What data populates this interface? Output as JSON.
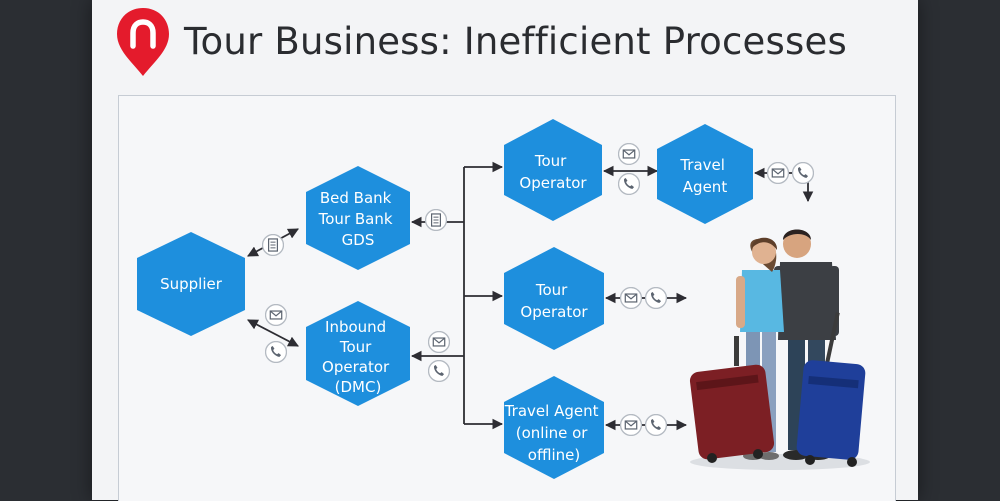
{
  "slide": {
    "title": "Tour Business: Inefficient Processes"
  },
  "nodes": {
    "supplier": {
      "lines": [
        "Supplier"
      ]
    },
    "bed_bank": {
      "lines": [
        "Bed Bank",
        "Tour Bank",
        "GDS"
      ]
    },
    "inbound": {
      "lines": [
        "Inbound",
        "Tour",
        "Operator",
        "(DMC)"
      ]
    },
    "tour_operator_1": {
      "lines": [
        "Tour",
        "Operator"
      ]
    },
    "tour_operator_2": {
      "lines": [
        "Tour",
        "Operator"
      ]
    },
    "travel_agent_1": {
      "lines": [
        "Travel",
        "Agent"
      ]
    },
    "travel_agent_2": {
      "lines": [
        "Travel Agent",
        "(online or",
        "offline)"
      ]
    }
  },
  "icons": {
    "document": "document-icon",
    "email": "envelope-icon",
    "phone": "phone-icon"
  },
  "colors": {
    "brand_red": "#e41b2c",
    "node_blue": "#1e8fdd",
    "arrow": "#2d2d33",
    "slide_bg": "#f3f4f6",
    "frame_bg": "#2b2e33"
  }
}
